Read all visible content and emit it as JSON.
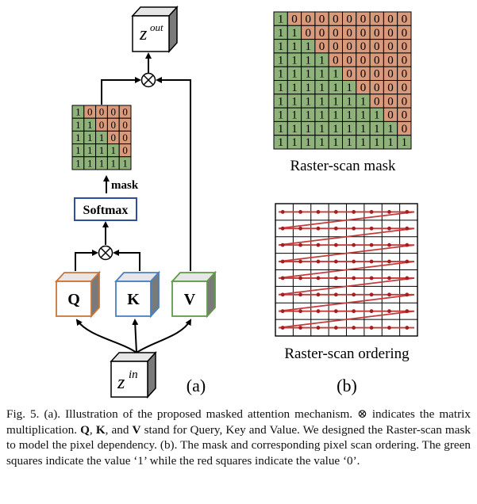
{
  "figure": {
    "panel_a": {
      "z_out_label": "z",
      "z_out_sup": "out",
      "z_in_label": "z",
      "z_in_sup": "in",
      "softmax_label": "Softmax",
      "mask_label": "mask",
      "q_label": "Q",
      "k_label": "K",
      "v_label": "V",
      "panel_label": "(a)",
      "small_mask_size": 5
    },
    "panel_b": {
      "mask_title": "Raster-scan mask",
      "ordering_title": "Raster-scan ordering",
      "panel_label": "(b)",
      "large_mask_size": 10,
      "ordering_rows": 8,
      "ordering_cols": 8
    },
    "colors": {
      "green": "#8fb27a",
      "red": "#d99a7c",
      "q_border": "#c8743a",
      "k_border": "#4a7fc1",
      "v_border": "#5f9a48",
      "softmax_border": "#2f4f9e",
      "scan_line": "#c43a3a",
      "scan_dot": "#a61e1e"
    }
  },
  "caption": {
    "p1": "Fig. 5.   (a). Illustration of the proposed masked attention mechanism. ⊗ indicates the matrix multiplication. ",
    "q": "Q",
    "sep1": ", ",
    "k": "K",
    "sep2": ", and ",
    "v": "V",
    "p2": " stand for Query, Key and Value. We designed the Raster-scan mask to model the pixel dependency. (b). The mask and corresponding pixel scan ordering. The green squares indicate the value ‘1’ while the red squares indicate the value ‘0’."
  }
}
